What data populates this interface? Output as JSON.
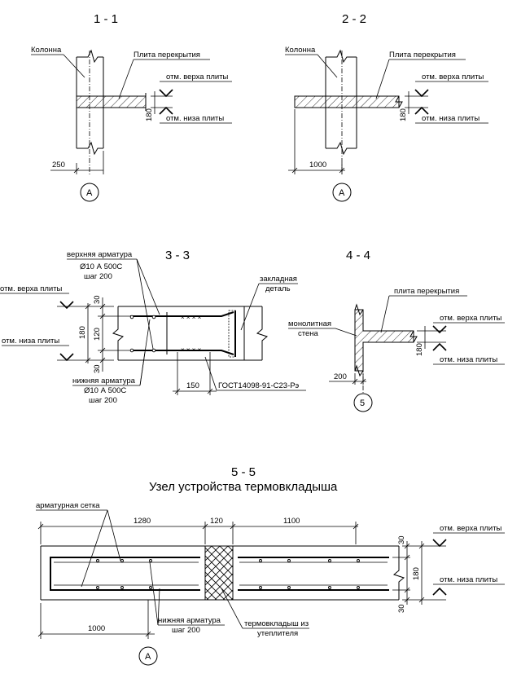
{
  "sections": {
    "s1": {
      "title": "1 - 1",
      "column": "Колонна",
      "slab": "Плита перекрытия",
      "top": "отм. верха плиты",
      "bottom": "отм. низа плиты",
      "thickness": "180",
      "dim": "250",
      "axis": "А"
    },
    "s2": {
      "title": "2 - 2",
      "column": "Колонна",
      "slab": "Плита перекрытия",
      "top": "отм. верха плиты",
      "bottom": "отм. низа плиты",
      "thickness": "180",
      "dim": "1000",
      "axis": "А"
    },
    "s3": {
      "title": "3 - 3",
      "top_rebar": "верхняя арматура",
      "top_rebar_spec": "Ø10 А 500С",
      "top_rebar_step": "шаг 200",
      "bottom_rebar": "нижняя арматура",
      "bottom_rebar_spec": "Ø10 А 500С",
      "bottom_rebar_step": "шаг 200",
      "top": "отм. верха плиты",
      "bottom": "отм. низа плиты",
      "embedded_1": "закладная",
      "embedded_2": "деталь",
      "dim_30a": "30",
      "dim_120": "120",
      "dim_30b": "30",
      "dim_180": "180",
      "dim_150": "150",
      "gost": "ГОСТ14098-91-С23-Рэ"
    },
    "s4": {
      "title": "4 - 4",
      "slab": "плита перекрытия",
      "wall_1": "монолитная",
      "wall_2": "стена",
      "top": "отм. верха плиты",
      "bottom": "отм. низа плиты",
      "thickness": "180",
      "dim": "200",
      "axis": "5"
    },
    "s5": {
      "title": "5 - 5",
      "subtitle": "Узел устройства термовкладыша",
      "mesh": "арматурная сетка",
      "dim_1280": "1280",
      "dim_120": "120",
      "dim_1100": "1100",
      "dim_1000": "1000",
      "bottom_rebar": "нижняя арматура",
      "bottom_rebar_step": "шаг 200",
      "insert_1": "термовкладыш из",
      "insert_2": "утеплителя",
      "top": "отм. верха плиты",
      "bottom": "отм. низа плиты",
      "dim_30a": "30",
      "dim_180": "180",
      "dim_30b": "30",
      "axis": "А"
    }
  }
}
